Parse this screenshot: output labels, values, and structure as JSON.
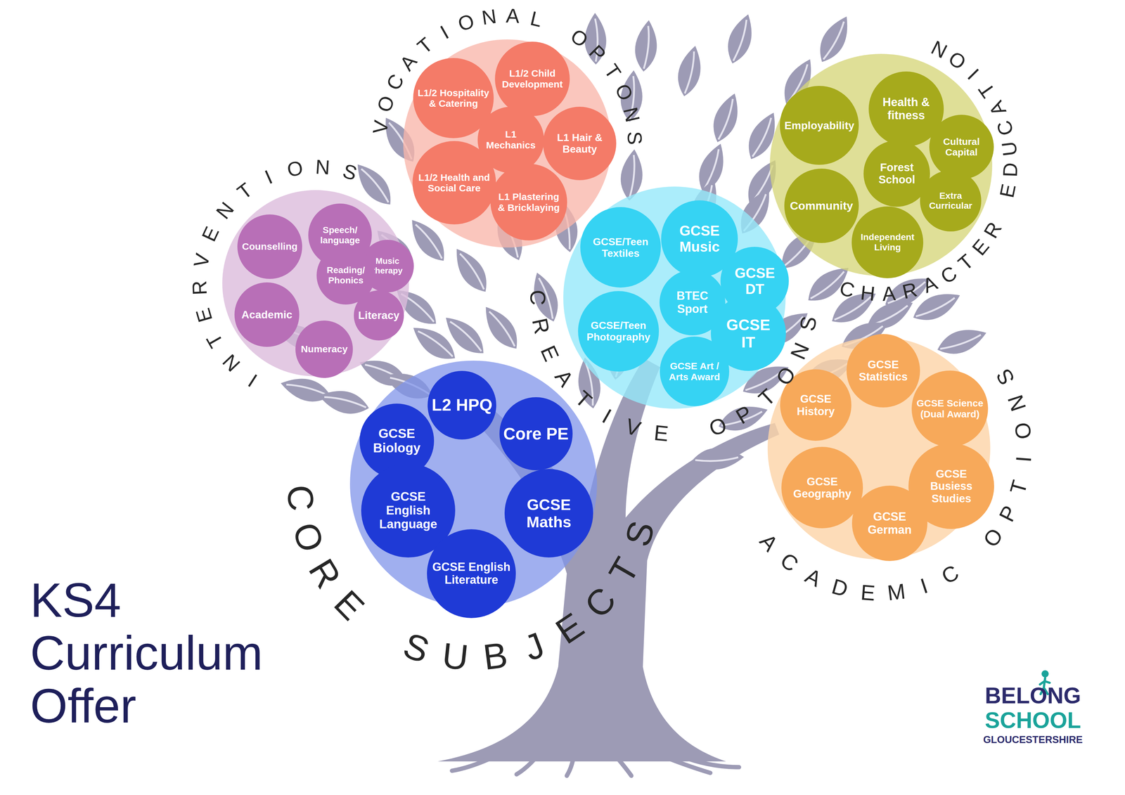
{
  "diagram": {
    "title": "KS4 Curriculum Offer",
    "nodes": [
      {
        "text": [
          "VOCATIONAL OPTONS"
        ]
      },
      {
        "text": [
          "L1/2 Hospitality & Catering"
        ],
        "in": 0
      },
      {
        "text": [
          "L1/2 Child Development"
        ],
        "in": 0
      },
      {
        "text": [
          "L1 Mechanics"
        ],
        "in": 0
      },
      {
        "text": [
          "L1 Hair & Beauty"
        ],
        "in": 0
      },
      {
        "text": [
          "L1/2 Health and Social Care"
        ],
        "in": 0
      },
      {
        "text": [
          "L1 Plastering & Bricklaying"
        ],
        "in": 0
      },
      {
        "text": [
          "CHARACTER EDUCATION"
        ]
      },
      {
        "text": [
          "Employability"
        ],
        "in": 7
      },
      {
        "text": [
          "Health & fitness"
        ],
        "in": 7
      },
      {
        "text": [
          "Cultural Capital"
        ],
        "in": 7
      },
      {
        "text": [
          "Forest School"
        ],
        "in": 7
      },
      {
        "text": [
          "Community"
        ],
        "in": 7
      },
      {
        "text": [
          "Extra Curricular"
        ],
        "in": 7
      },
      {
        "text": [
          "Independent Living"
        ],
        "in": 7
      },
      {
        "text": [
          "INTERVENTIONS"
        ]
      },
      {
        "text": [
          "Counselling"
        ],
        "in": 15
      },
      {
        "text": [
          "Speech/ language"
        ],
        "in": 15
      },
      {
        "text": [
          "Music therapy"
        ],
        "in": 15
      },
      {
        "text": [
          "Reading/ Phonics"
        ],
        "in": 15
      },
      {
        "text": [
          "Academic"
        ],
        "in": 15
      },
      {
        "text": [
          "Literacy"
        ],
        "in": 15
      },
      {
        "text": [
          "Numeracy"
        ],
        "in": 15
      },
      {
        "text": [
          "CREATIVE OPTONS"
        ]
      },
      {
        "text": [
          "GCSE/Teen Textiles"
        ],
        "in": 23
      },
      {
        "text": [
          "GCSE Music"
        ],
        "in": 23
      },
      {
        "text": [
          "GCSE DT"
        ],
        "in": 23
      },
      {
        "text": [
          "BTEC Sport"
        ],
        "in": 23
      },
      {
        "text": [
          "GCSE/Teen Photography"
        ],
        "in": 23
      },
      {
        "text": [
          "GCSE IT"
        ],
        "in": 23
      },
      {
        "text": [
          "GCSE Art / Arts Award"
        ],
        "in": 23
      },
      {
        "text": [
          "CORE SUBJECTS"
        ]
      },
      {
        "text": [
          "L2 HPQ"
        ],
        "in": 31
      },
      {
        "text": [
          "Core PE"
        ],
        "in": 31
      },
      {
        "text": [
          "GCSE Biology"
        ],
        "in": 31
      },
      {
        "text": [
          "GCSE English Language"
        ],
        "in": 31
      },
      {
        "text": [
          "GCSE Maths"
        ],
        "in": 31
      },
      {
        "text": [
          "GCSE English Literature"
        ],
        "in": 31
      },
      {
        "text": [
          "ACADEMIC OPTIONS"
        ]
      },
      {
        "text": [
          "GCSE Statistics"
        ],
        "in": 38
      },
      {
        "text": [
          "GCSE History"
        ],
        "in": 38
      },
      {
        "text": [
          "GCSE Science (Dual Award)"
        ],
        "in": 38
      },
      {
        "text": [
          "GCSE Geography"
        ],
        "in": 38
      },
      {
        "text": [
          "GCSE Busiess Studies"
        ],
        "in": 38
      },
      {
        "text": [
          "GCSE German"
        ],
        "in": 38
      }
    ],
    "labels": [
      "BELONG",
      "SCHOOL",
      "GLOUCESTERSHIRE"
    ]
  }
}
